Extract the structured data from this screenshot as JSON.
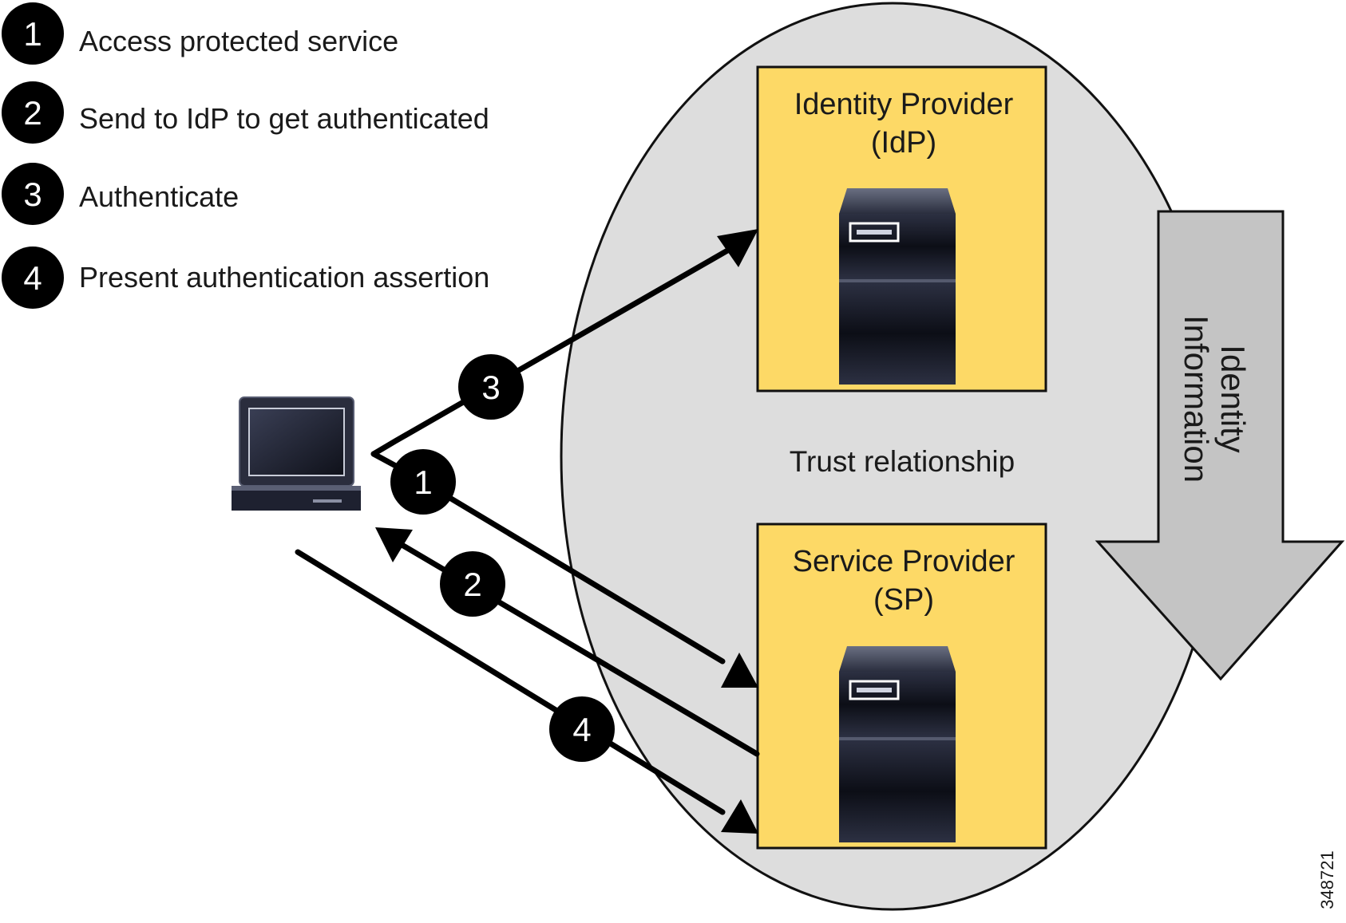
{
  "legend": {
    "items": [
      {
        "number": "1",
        "text": "Access protected service"
      },
      {
        "number": "2",
        "text": "Send to IdP to get authenticated"
      },
      {
        "number": "3",
        "text": "Authenticate"
      },
      {
        "number": "4",
        "text": "Present authentication assertion"
      }
    ]
  },
  "idp": {
    "line1": "Identity Provider",
    "line2": "(IdP)"
  },
  "sp": {
    "line1": "Service Provider",
    "line2": "(SP)"
  },
  "trust_label": "Trust relationship",
  "identity_arrow": {
    "line1": "Identity",
    "line2": "Information"
  },
  "flow_badges": {
    "one": "1",
    "two": "2",
    "three": "3",
    "four": "4"
  },
  "figure_id": "348721",
  "colors": {
    "ellipse": "#dddddd",
    "provider_box": "#fdd966",
    "identity_arrow": "#c4c4c4",
    "badge": "#000000",
    "server": "#1e2130"
  },
  "icons": {
    "client": "laptop-icon",
    "servers": "server-icon"
  }
}
